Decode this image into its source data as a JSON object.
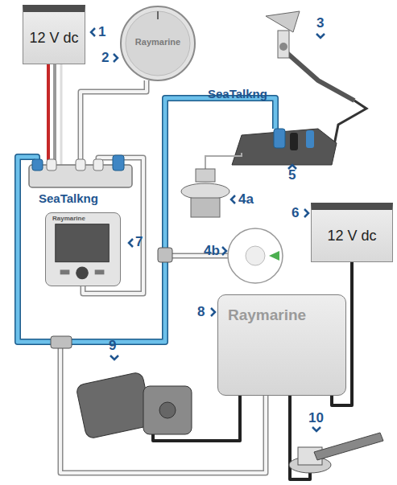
{
  "diagram": {
    "nodes": [
      {
        "text": [
          "12 V dc"
        ]
      },
      {
        "text": [
          "Raymarine"
        ]
      },
      {
        "text": [
          "12 V dc"
        ]
      },
      {
        "text": [
          "Raymarine"
        ]
      },
      {
        "text": [
          "Raymarine"
        ]
      }
    ],
    "edges": [
      {
        "from": 2,
        "to": 4,
        "arrow": "none"
      }
    ],
    "labels": [
      "1",
      "2",
      "3",
      "4a",
      "4b",
      "5",
      "6",
      "7",
      "8",
      "9",
      "10",
      "SeaTalkng",
      "SeaTalkng"
    ]
  }
}
